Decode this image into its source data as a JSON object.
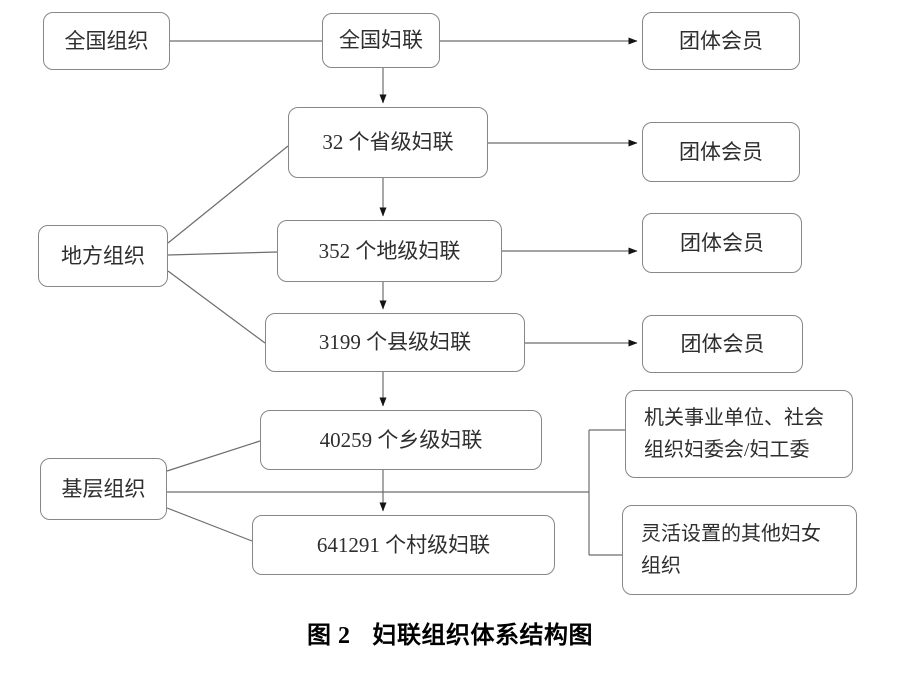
{
  "figure": {
    "caption": {
      "label": "图 2",
      "title": "妇联组织体系结构图"
    },
    "nodes": {
      "national_org": {
        "label": "全国组织"
      },
      "national_federation": {
        "label": "全国妇联"
      },
      "member_national": {
        "label": "团体会员"
      },
      "provincial": {
        "label": "32 个省级妇联"
      },
      "member_provincial": {
        "label": "团体会员"
      },
      "prefecture": {
        "label": "352 个地级妇联"
      },
      "member_prefecture": {
        "label": "团体会员"
      },
      "county": {
        "label": "3199 个县级妇联"
      },
      "member_county": {
        "label": "团体会员"
      },
      "township": {
        "label": "40259 个乡级妇联"
      },
      "village": {
        "label": "641291 个村级妇联"
      },
      "local_org": {
        "label": "地方组织"
      },
      "grassroots_org": {
        "label": "基层组织"
      },
      "agency_committee": {
        "label": "机关事业单位、社会\n组织妇委会/妇工委"
      },
      "flexible_org": {
        "label": "灵活设置的其他妇女\n组织"
      }
    },
    "colors": {
      "background": "#ffffff",
      "box_border": "#878787",
      "connector": "#6d6d6d",
      "arrowhead": "#141414",
      "text": "#2e2e2e",
      "caption_text": "#000000"
    }
  }
}
